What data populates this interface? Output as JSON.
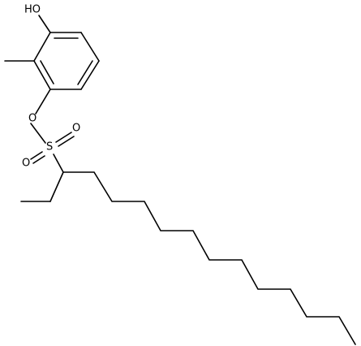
{
  "structure": {
    "labels": {
      "hydroxyl": "HO",
      "ester_oxygen": "O",
      "sulfur": "S",
      "sulfonyl_oxygen_right": "O",
      "sulfonyl_oxygen_left": "O"
    },
    "colors": {
      "bond": "#000000",
      "label": "#000000",
      "background": "#ffffff"
    }
  }
}
